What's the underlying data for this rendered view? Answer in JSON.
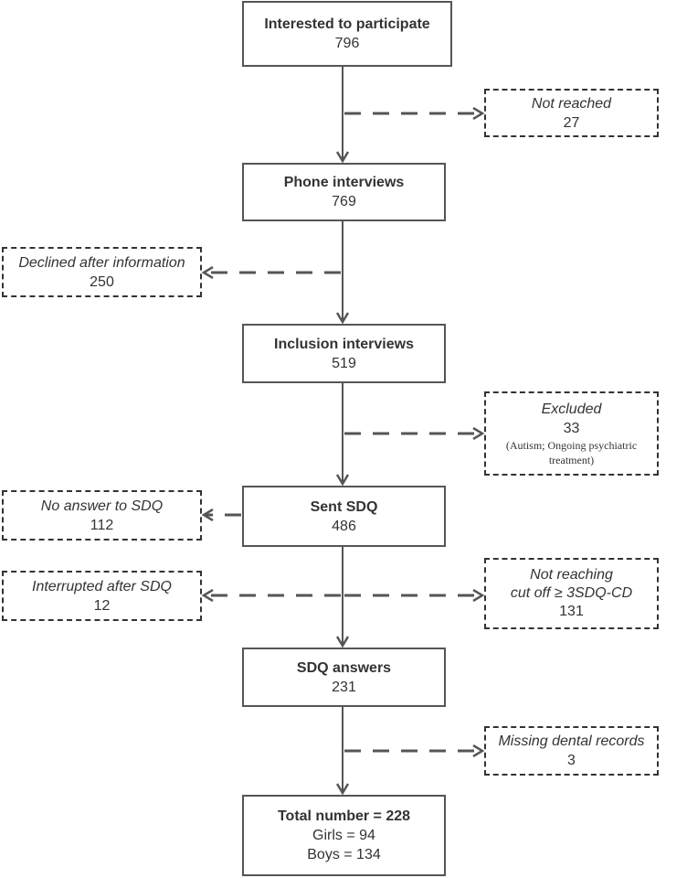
{
  "main_boxes": {
    "interested": {
      "title": "Interested to participate",
      "count": "796"
    },
    "phone": {
      "title": "Phone interviews",
      "count": "769"
    },
    "inclusion": {
      "title": "Inclusion interviews",
      "count": "519"
    },
    "sent_sdq": {
      "title": "Sent SDQ",
      "count": "486"
    },
    "sdq_answers": {
      "title": "SDQ answers",
      "count": "231"
    },
    "total": {
      "title": "Total number = 228",
      "girls": "Girls = 94",
      "boys": "Boys = 134"
    }
  },
  "side_boxes": {
    "not_reached": {
      "label": "Not reached",
      "count": "27"
    },
    "declined": {
      "label": "Declined after information",
      "count": "250"
    },
    "excluded": {
      "label": "Excluded",
      "count": "33",
      "note_line1": "(Autism; Ongoing psychiatric",
      "note_line2": "treatment)"
    },
    "no_answer": {
      "label": "No answer to SDQ",
      "count": "112"
    },
    "interrupted": {
      "label": "Interrupted after SDQ",
      "count": "12"
    },
    "not_reaching": {
      "label_line1": "Not reaching",
      "label_line2": "cut off ≥ 3SDQ-CD",
      "count": "131"
    },
    "missing_dental": {
      "label": "Missing dental records",
      "count": "3"
    }
  },
  "colors": {
    "line": "#555555",
    "text": "#333333",
    "background": "#ffffff"
  }
}
